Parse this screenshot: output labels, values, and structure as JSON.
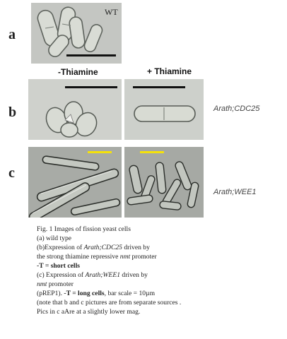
{
  "panels": {
    "a": {
      "letter": "a",
      "inset_label": "WT"
    },
    "b": {
      "letter": "b",
      "row_label": "Arath;CDC25"
    },
    "c": {
      "letter": "c",
      "row_label": "Arath;WEE1"
    }
  },
  "column_headers": {
    "minus": "-Thiamine",
    "plus": "+ Thiamine"
  },
  "colors": {
    "scale_bar_black": "#111111",
    "scale_bar_yellow": "#f5e20a",
    "micrograph_background": "#c9cbc7"
  },
  "caption": {
    "line1": "Fig. 1 Images of fission yeast cells",
    "line2": "(a) wild type",
    "line3_prefix": "(b)Expression of ",
    "line3_gene": "Arath;CDC25",
    "line3_suffix": " driven by",
    "line4_prefix": "the strong thiamine repressive ",
    "line4_promoter": "nmt",
    "line4_suffix": " promoter",
    "line5_prefix": " -T = ",
    "line5_bold": "short cells",
    "line6_prefix": "(c) Expression of ",
    "line6_gene": "Arath;WEE1",
    "line6_suffix": " driven by",
    "line7_promoter": "nmt",
    "line7_suffix": " promoter",
    "line8_prefix": "(pREP1).  ",
    "line8_bold": "-T = long cells",
    "line8_suffix": ", bar scale = 10µm",
    "line9": "(note that b and   c pictures are from separate sources .",
    "line10": "Pics in c aAre at  a slightly lower mag."
  }
}
